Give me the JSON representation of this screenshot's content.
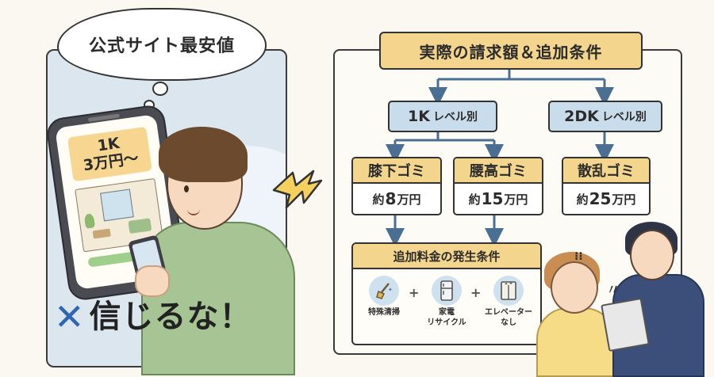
{
  "left": {
    "bubble_text": "公式サイト最安値",
    "phone_price_line1": "1K",
    "phone_price_line2": "3万円〜",
    "warning_symbol": "✕",
    "warning_text": "信じるな！"
  },
  "right": {
    "title": "実際の請求額＆追加条件",
    "level_1k": {
      "main": "1K",
      "suffix": "レベル別"
    },
    "level_2dk": {
      "main": "2DK",
      "suffix": "レベル別"
    },
    "trash": [
      {
        "label": "膝下ゴミ",
        "prefix": "約",
        "amount": "8",
        "unit": "万円"
      },
      {
        "label": "腰高ゴミ",
        "prefix": "約",
        "amount": "15",
        "unit": "万円"
      },
      {
        "label": "散乱ゴミ",
        "prefix": "約",
        "amount": "25",
        "unit": "万円"
      }
    ],
    "conditions": {
      "title": "追加料金の発生条件",
      "items": [
        {
          "label": "特殊清掃",
          "icon": "broom-icon"
        },
        {
          "label": "家電\nリサイクル",
          "icon": "fridge-icon"
        },
        {
          "label": "エレベーター\nなし",
          "icon": "elevator-icon"
        }
      ],
      "plus": "+"
    }
  },
  "colors": {
    "accent_yellow": "#f4d58e",
    "accent_blue": "#c9dcec",
    "warning_blue": "#2f67b5",
    "panel_bg": "#dbe6ef"
  }
}
